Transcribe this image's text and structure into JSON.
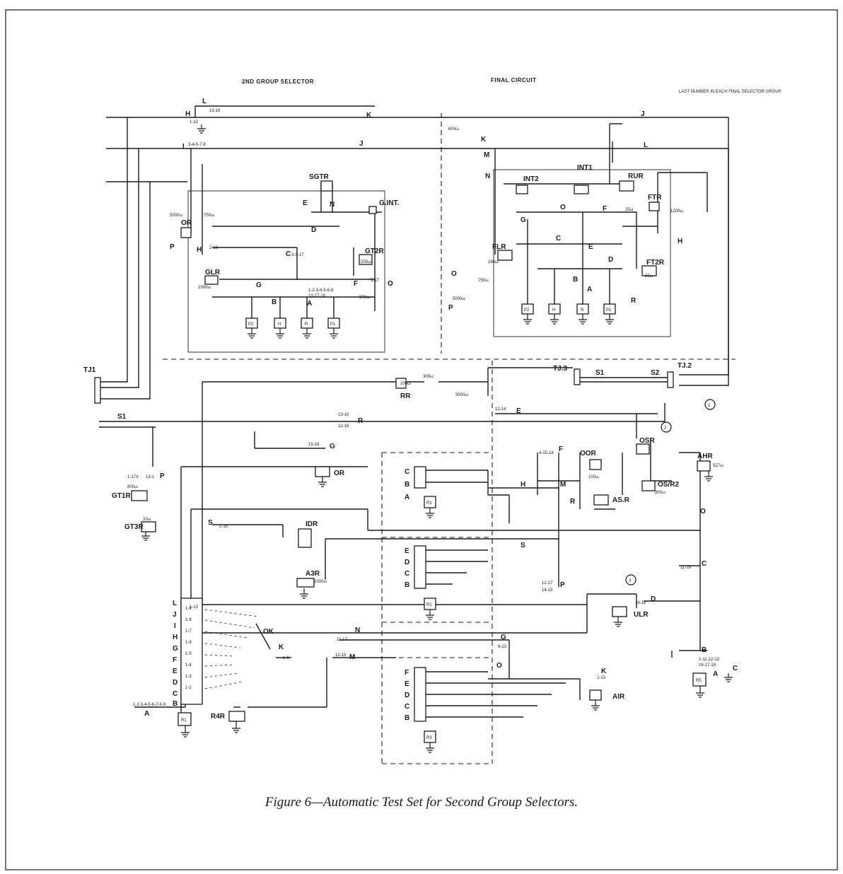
{
  "headers": {
    "second_group": "2ND GROUP SELECTOR",
    "final": "FINAL CIRCUIT",
    "note": "LAST NUMBER IN EACH FINAL SELECTOR GROUP"
  },
  "caption": "Figure 6—Automatic Test Set for Second Group Selectors.",
  "relays": [
    {
      "id": "sgtr",
      "label": "SGTR"
    },
    {
      "id": "gint",
      "label": "G.INT."
    },
    {
      "id": "or",
      "label": "OR"
    },
    {
      "id": "glr",
      "label": "GLR"
    },
    {
      "id": "gt2r",
      "label": "GT2R"
    },
    {
      "id": "rr",
      "label": "RR"
    },
    {
      "id": "or2",
      "label": "OR"
    },
    {
      "id": "gt1r",
      "label": "GT1R"
    },
    {
      "id": "gt3r",
      "label": "GT3R"
    },
    {
      "id": "idr",
      "label": "IDR"
    },
    {
      "id": "a3r",
      "label": "A3R"
    },
    {
      "id": "r4r",
      "label": "R4R"
    },
    {
      "id": "int2",
      "label": "INT2"
    },
    {
      "id": "int1",
      "label": "INT1"
    },
    {
      "id": "rur",
      "label": "RUR"
    },
    {
      "id": "ftr",
      "label": "FTR"
    },
    {
      "id": "flr",
      "label": "FLR"
    },
    {
      "id": "ft2r",
      "label": "FT2R"
    },
    {
      "id": "oor",
      "label": "OOR"
    },
    {
      "id": "osr",
      "label": "OSR"
    },
    {
      "id": "os2",
      "label": "OS/R2"
    },
    {
      "id": "ahr",
      "label": "AHR"
    },
    {
      "id": "asr",
      "label": "AS.R"
    },
    {
      "id": "ulr",
      "label": "ULR"
    },
    {
      "id": "air",
      "label": "AIR"
    }
  ],
  "jacks": {
    "tj1": "TJ1",
    "tj2": "TJ.2",
    "tj3": "TJ.3"
  },
  "keys": {
    "s1": "S1",
    "s2": "S2",
    "ok": "OK",
    "k": "K"
  },
  "circles": [
    "1",
    "2",
    "3"
  ],
  "letters": {
    "L": "L",
    "K": "K",
    "J": "J",
    "I": "I",
    "H": "H",
    "G": "G",
    "F": "F",
    "E": "E",
    "D": "D",
    "C": "C",
    "B": "B",
    "A": "A",
    "N": "N",
    "M": "M",
    "O": "O",
    "P": "P",
    "R": "R",
    "S": "S"
  },
  "values": {
    "v5000": "5000ω",
    "v750": "750ω",
    "v500": "500ω",
    "v600": "600ω",
    "v1000": "1000ω",
    "v200": "200ω",
    "v300": "300ω",
    "v800": "800ω",
    "v1200": "1200ω",
    "v527": "527ω",
    "v3000": "3000ω",
    "v20": "20ω",
    "v25": "25ω",
    "v100": "100ω",
    "v160": "160ω",
    "v65": "65ω"
  },
  "codes": {
    "c1": "1-12",
    "c2": "3-4-5-7-8",
    "c3": "13-16",
    "c4": "12-16",
    "c5": "11-16",
    "c6": "1-13",
    "c7": "2-16",
    "c8": "3-5-17",
    "c9": "10-17-18",
    "c10": "1-2-3-4-5-6-8",
    "c11": "12-14",
    "c12": "13-16",
    "c13": "1-17A",
    "c14": "13-1",
    "c15": "1-9",
    "c16": "15-18",
    "c17": "12-15",
    "c18": "12-17",
    "c19": "14-18",
    "c20": "11-17",
    "c21": "5-17",
    "c22": "6-13",
    "c23": "2-13",
    "c24": "1-11-12-13",
    "c25": "16-17-18",
    "c26": "1-2-3-4-5-6-7-8-9",
    "c27": "4-15-18",
    "c28": "14-15",
    "c29": "1-16"
  },
  "selector_labels": [
    "L",
    "J",
    "I",
    "H",
    "G",
    "F",
    "E",
    "D",
    "C",
    "B"
  ],
  "terminals": [
    "P2",
    "H",
    "R",
    "P1",
    "P2",
    "H",
    "R",
    "P1",
    "R1",
    "R5",
    "R1",
    "R2",
    "R3"
  ],
  "contact_labels": [
    "1-2",
    "1-3",
    "1-4",
    "1-5",
    "1-6",
    "1-7",
    "1-8",
    "1-9"
  ]
}
